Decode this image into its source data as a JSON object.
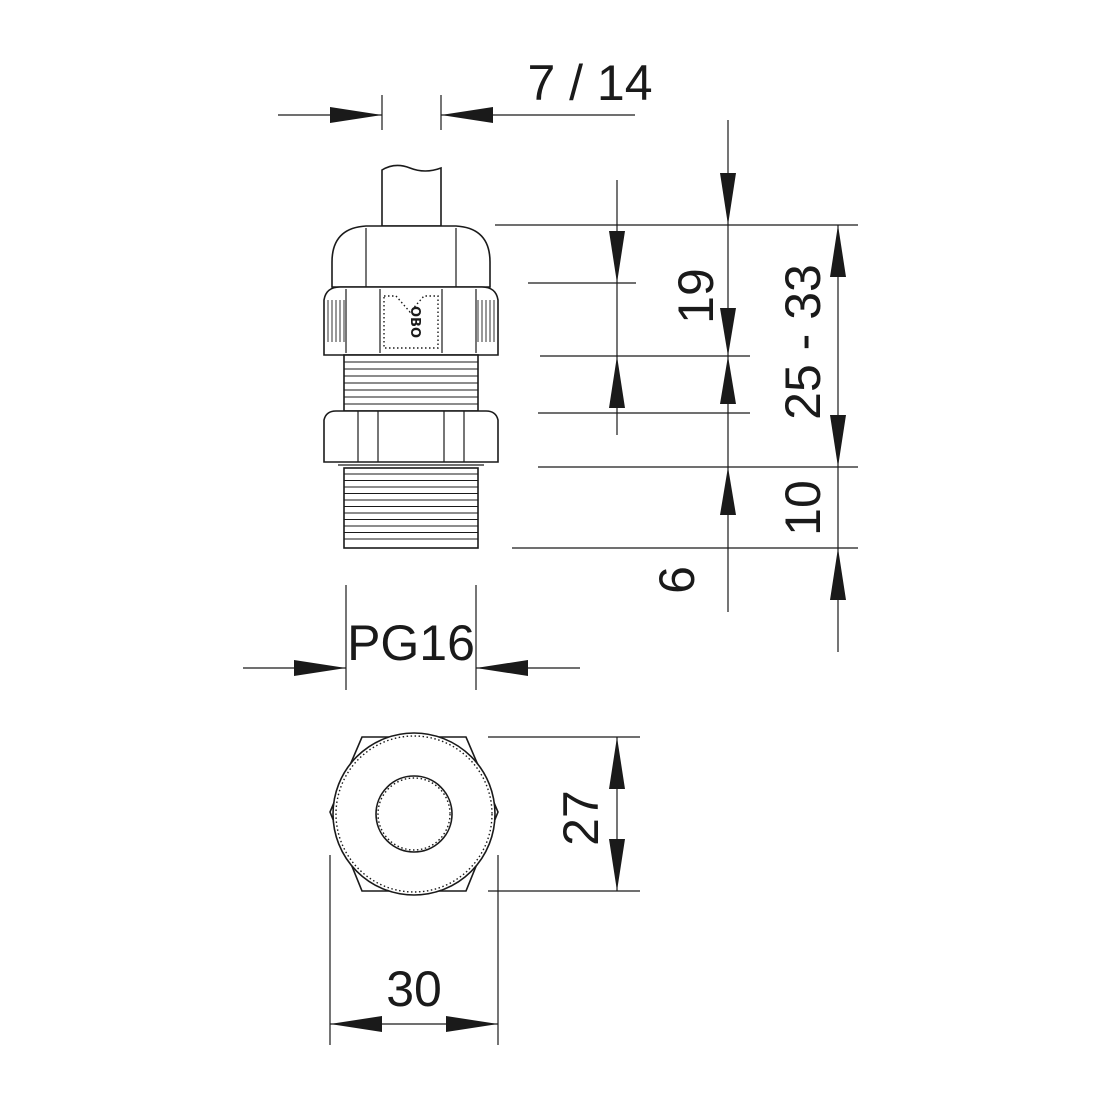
{
  "dimensions": {
    "cable_range": "7 / 14",
    "thread_size": "PG16",
    "height_upper": "19",
    "height_total": "25 - 33",
    "height_lower": "10",
    "thread_length": "6",
    "across_flats": "27",
    "across_corners": "30"
  },
  "marking": {
    "logo": "OBO"
  }
}
